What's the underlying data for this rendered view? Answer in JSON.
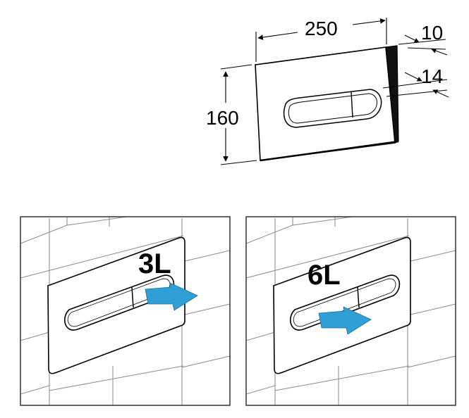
{
  "dimensions": {
    "width": "250",
    "height": "160",
    "thickness": "10",
    "button_depth": "14"
  },
  "panels": [
    {
      "label": "3L",
      "target": "small-button",
      "arrow_color": "#2f9fd6"
    },
    {
      "label": "6L",
      "target": "large-button",
      "arrow_color": "#2f9fd6"
    }
  ],
  "colors": {
    "line": "#000000",
    "tile_line": "#8a8a8a",
    "arrow": "#2f9fd6"
  }
}
